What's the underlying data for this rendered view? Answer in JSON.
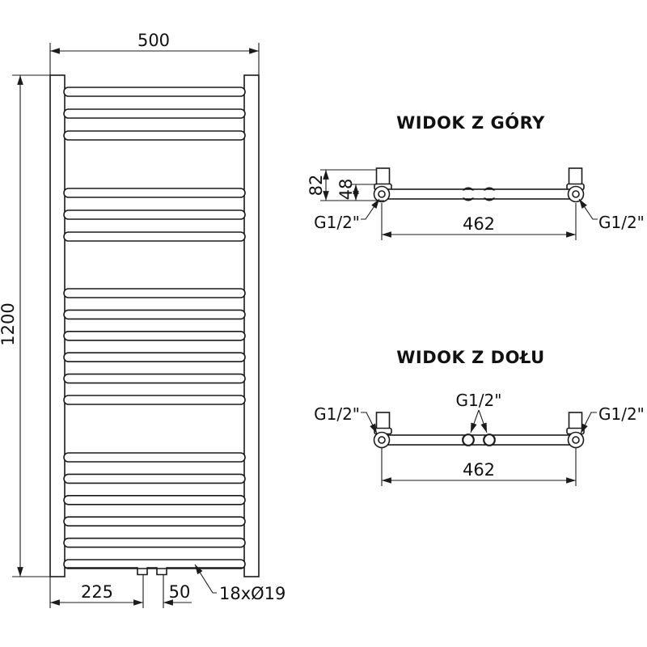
{
  "drawing": {
    "background": "#ffffff",
    "line_color": "#1b1b1b"
  },
  "front_view": {
    "dim_width": "500",
    "dim_height": "1200",
    "dim_bottom_left": "225",
    "dim_bottom_center": "50",
    "tube_note": "18xØ19",
    "rungs": {
      "count": 18,
      "groups": [
        3,
        3,
        6,
        6
      ]
    }
  },
  "top_view": {
    "title": "WIDOK Z GÓRY",
    "dim_total_depth": "82",
    "dim_axis_depth": "48",
    "dim_span": "462",
    "thread_left": "G1/2\"",
    "thread_right": "G1/2\""
  },
  "bottom_view": {
    "title": "WIDOK Z DOŁU",
    "thread_left": "G1/2\"",
    "thread_center": "G1/2\"",
    "thread_right": "G1/2\"",
    "dim_span": "462"
  }
}
